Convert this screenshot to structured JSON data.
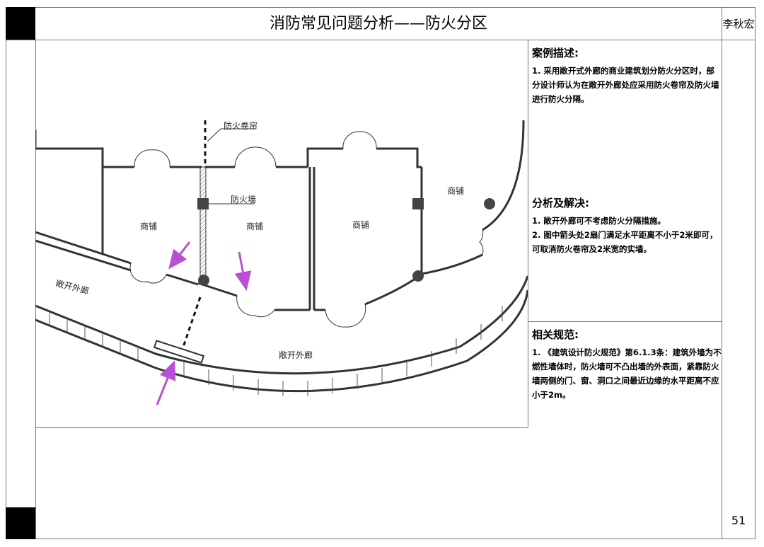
{
  "header": {
    "title": "消防常见问题分析——防火分区",
    "author": "李秋宏"
  },
  "sections": {
    "case": {
      "heading": "案例描述:",
      "items": [
        "1. 采用敞开式外廊的商业建筑划分防火分区时，部分设计师认为在敞开外廊处应采用防火卷帘及防火墙进行防火分隔。"
      ]
    },
    "analysis": {
      "heading": "分析及解决:",
      "items": [
        "1. 敞开外廊可不考虑防火分隔措施。",
        "2. 图中箭头处2扇门满足水平距离不小于2米即可，可取消防火卷帘及2米宽的实墙。"
      ]
    },
    "code": {
      "heading": "相关规范:",
      "items": [
        "1. 《建筑设计防火规范》第6.1.3条：建筑外墙为不燃性墙体时，防火墙可不凸出墙的外表面，紧靠防火墙两侧的门、窗、洞口之间最近边缘的水平距离不应小于2m。"
      ]
    }
  },
  "plan": {
    "labels": {
      "shutter": "防火卷帘",
      "firewall": "防火墙",
      "shop1": "商铺",
      "shop2": "商铺",
      "shop3": "商铺",
      "shop4": "商铺",
      "corridor_left": "敞开外廊",
      "corridor_bottom": "敞开外廊"
    },
    "colors": {
      "arrow": "#b84fd6",
      "walls": "#333333"
    }
  },
  "footer": {
    "page_number": "51"
  }
}
